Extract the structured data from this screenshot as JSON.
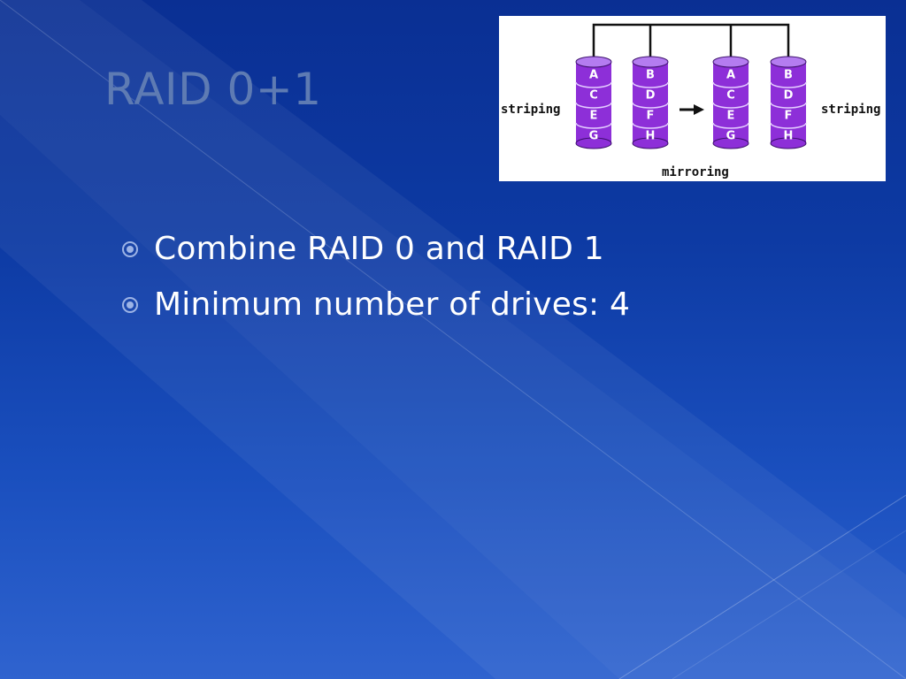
{
  "slide": {
    "title": "RAID 0+1",
    "bullets": [
      "Combine RAID 0 and RAID 1",
      "Minimum number of drives: 4"
    ]
  },
  "diagram": {
    "left_label": "striping",
    "right_label": "striping",
    "bottom_label": "mirroring",
    "disks": [
      [
        "A",
        "C",
        "E",
        "G"
      ],
      [
        "B",
        "D",
        "F",
        "H"
      ],
      [
        "A",
        "C",
        "E",
        "G"
      ],
      [
        "B",
        "D",
        "F",
        "H"
      ]
    ]
  },
  "colors": {
    "title": "#5e7bb3",
    "text": "#ffffff",
    "disk": "#8d2fd8"
  },
  "icons": [
    "bullet-ring-icon",
    "arrow-right-icon",
    "disk-stack-icon"
  ]
}
